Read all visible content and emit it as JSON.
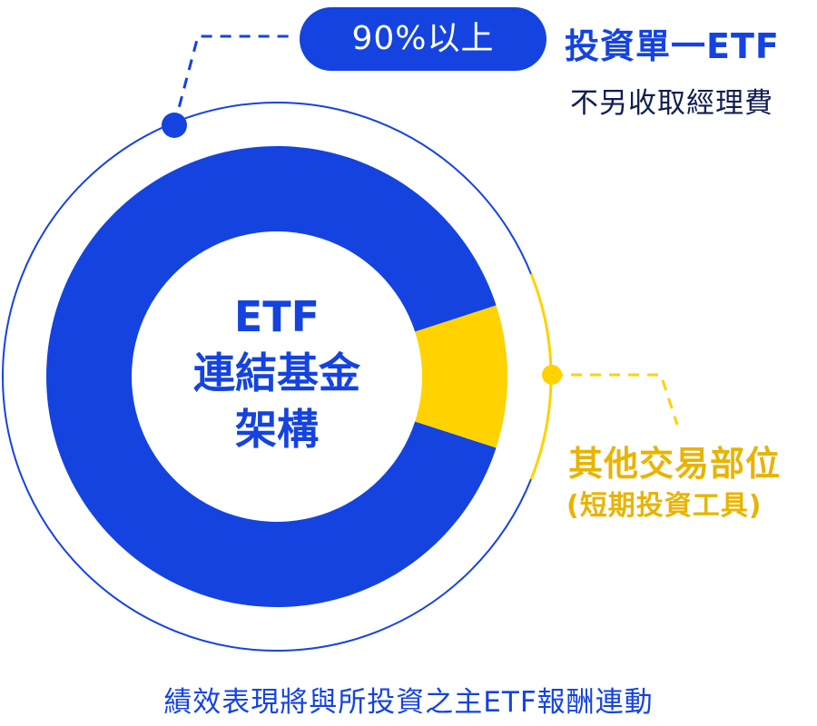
{
  "chart_data": {
    "type": "pie",
    "slices": [
      {
        "label": "投資單一ETF",
        "value": 90,
        "color": "#1443e0"
      },
      {
        "label": "其他交易部位",
        "value": 10,
        "color": "#ffd200"
      }
    ]
  },
  "callout_main": {
    "badge": "90%以上",
    "title": "投資單一ETF",
    "subtitle": "不另收取經理費"
  },
  "callout_other": {
    "title": "其他交易部位",
    "subtitle": "(短期投資工具)"
  },
  "center_label": {
    "line1": "ETF",
    "line2": "連結基金",
    "line3": "架構"
  },
  "caption": "績效表現將與所投資之主ETF報酬連動",
  "colors": {
    "primary": "#1443e0",
    "accent": "#ffd200",
    "accent_text": "#e8b400",
    "dark_text": "#101e4f"
  }
}
